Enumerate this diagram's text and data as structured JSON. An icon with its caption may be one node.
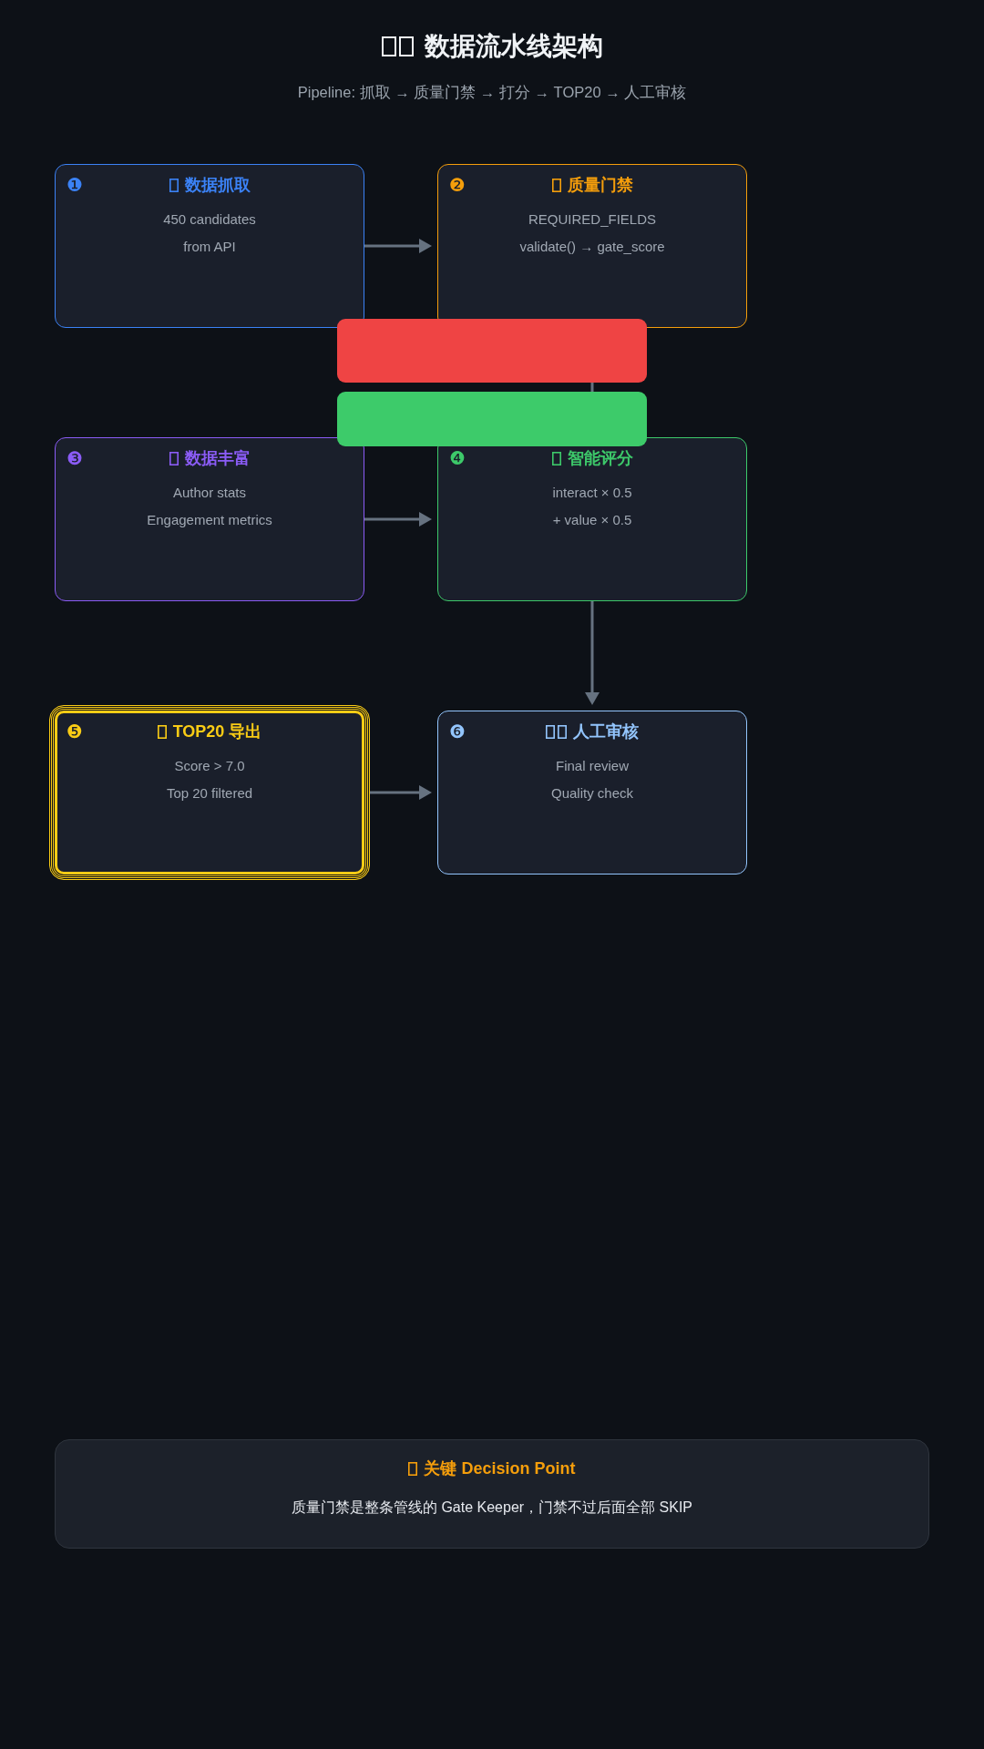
{
  "diagram": {
    "title": "数据流水线架构",
    "nodes": [
      {
        "text": [
          "❶",
          "数据抓取",
          "450 candidates",
          "from API"
        ]
      },
      {
        "text": [
          "❷",
          "质量门禁",
          "REQUIRED_FIELDS",
          "validate() → gate_score"
        ]
      },
      {
        "text": [],
        "shape": "bar"
      },
      {
        "text": [],
        "shape": "bar"
      },
      {
        "text": [
          "❸",
          "数据丰富",
          "Author stats",
          "Engagement metrics"
        ]
      },
      {
        "text": [
          "❹",
          "智能评分",
          "interact × 0.5",
          "+ value × 0.5"
        ]
      },
      {
        "text": [
          "❺",
          "TOP20 导出",
          "Score > 7.0",
          "Top 20 filtered"
        ]
      },
      {
        "text": [
          "❻",
          "人工审核",
          "Final review",
          "Quality check"
        ]
      },
      {
        "text": [
          "关键 Decision Point",
          "质量门禁是整条管线的 Gate Keeper，门禁不过后面全部 SKIP"
        ]
      }
    ],
    "edges": [
      {
        "from": 0,
        "to": 1,
        "arrow": "to"
      },
      {
        "from": 2,
        "to": 3,
        "arrow": "none"
      },
      {
        "from": 4,
        "to": 5,
        "arrow": "to"
      },
      {
        "from": 5,
        "to": 7,
        "arrow": "to"
      },
      {
        "from": 6,
        "to": 7,
        "arrow": "to"
      }
    ],
    "labels": [
      "Pipeline: 抓取 → 质量门禁 → 打分 → TOP20 → 人工审核"
    ]
  }
}
